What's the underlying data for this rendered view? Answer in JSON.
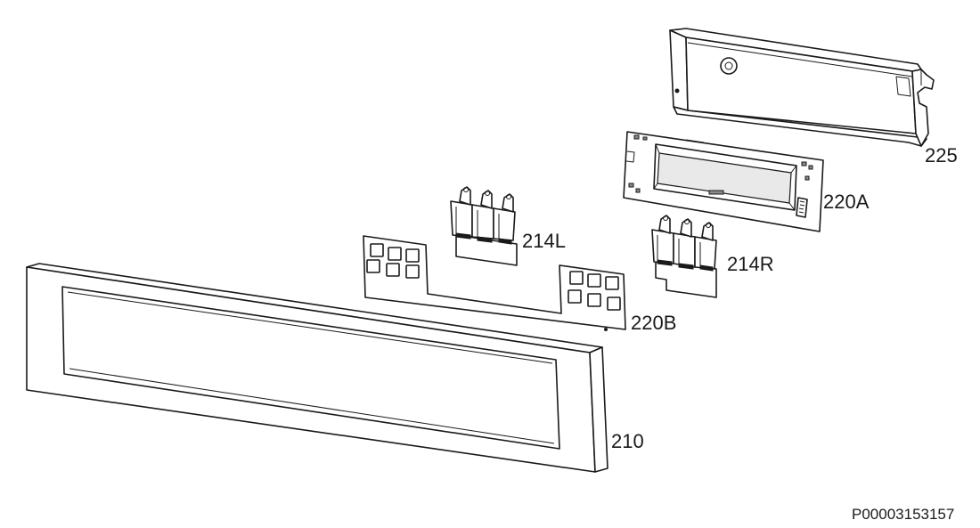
{
  "diagram": {
    "parts": [
      {
        "id": "225",
        "label": "225"
      },
      {
        "id": "220A",
        "label": "220A"
      },
      {
        "id": "214L",
        "label": "214L"
      },
      {
        "id": "214R",
        "label": "214R"
      },
      {
        "id": "220B",
        "label": "220B"
      },
      {
        "id": "210",
        "label": "210"
      }
    ],
    "reference_code": "P00003153157"
  }
}
